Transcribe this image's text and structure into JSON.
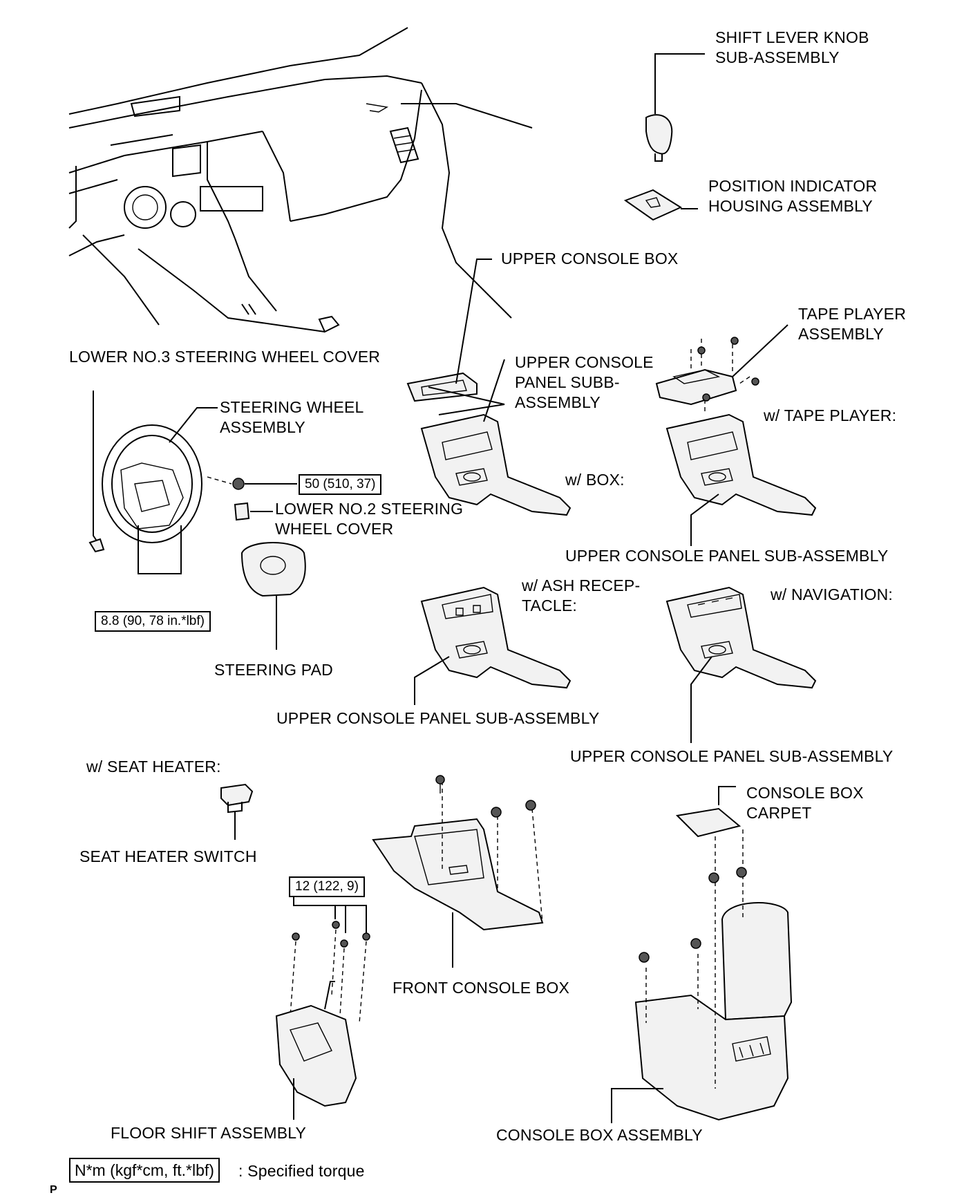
{
  "labels": {
    "shift_lever_knob": [
      "SHIFT LEVER KNOB",
      "SUB-ASSEMBLY"
    ],
    "position_indicator": [
      "POSITION INDICATOR",
      "HOUSING ASSEMBLY"
    ],
    "upper_console_box": "UPPER CONSOLE BOX",
    "tape_player": [
      "TAPE PLAYER",
      "ASSEMBLY"
    ],
    "lower_no3_cover": "LOWER NO.3 STEERING WHEEL COVER",
    "upper_console_panel_subb": [
      "UPPER CONSOLE",
      "PANEL SUBB-",
      "ASSEMBLY"
    ],
    "w_tape_player": "w/ TAPE PLAYER:",
    "steering_wheel": [
      "STEERING WHEEL",
      "ASSEMBLY"
    ],
    "w_box": "w/ BOX:",
    "lower_no2_cover": [
      "LOWER NO.2 STEERING",
      "WHEEL COVER"
    ],
    "ucp_sub_1": "UPPER CONSOLE PANEL SUB-ASSEMBLY",
    "w_ash": [
      "w/ ASH RECEP-",
      "TACLE:"
    ],
    "w_navigation": "w/ NAVIGATION:",
    "steering_pad": "STEERING PAD",
    "ucp_sub_2": "UPPER CONSOLE PANEL SUB-ASSEMBLY",
    "ucp_sub_3": "UPPER CONSOLE PANEL SUB-ASSEMBLY",
    "w_seat_heater": "w/ SEAT HEATER:",
    "console_box_carpet": [
      "CONSOLE BOX",
      "CARPET"
    ],
    "seat_heater_switch": "SEAT HEATER SWITCH",
    "front_console_box": "FRONT CONSOLE BOX",
    "floor_shift": "FLOOR SHIFT ASSEMBLY",
    "console_box_assembly": "CONSOLE BOX ASSEMBLY"
  },
  "torques": {
    "nut_50": "50 (510, 37)",
    "bolt_8_8": "8.8 (90, 78 in.*lbf)",
    "floor_12": "12 (122, 9)"
  },
  "legend": {
    "unit": "N*m (kgf*cm, ft.*lbf)",
    "text": ": Specified torque"
  },
  "page_mark": "P"
}
